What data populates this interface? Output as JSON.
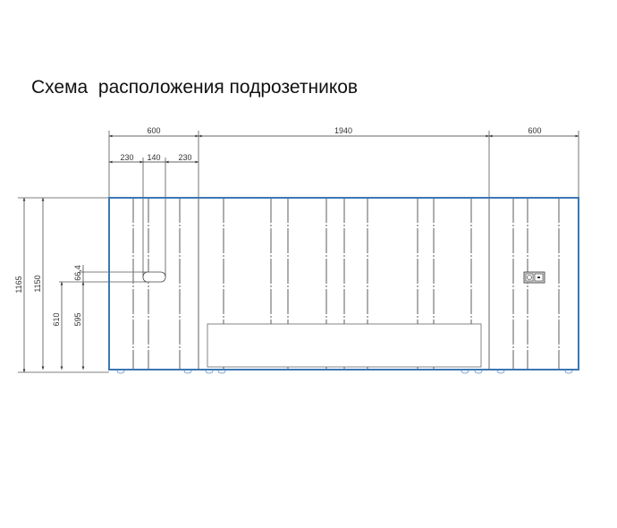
{
  "title": "Схема  расположения подрозетников",
  "dimensions": {
    "top_left": "600",
    "top_middle": "1940",
    "top_right": "600",
    "sub_left": "230",
    "sub_middle": "140",
    "sub_right": "230",
    "height_total": "1165",
    "height_body": "1150",
    "height_610": "610",
    "height_595": "595",
    "hole_height": "66,4"
  },
  "colors": {
    "outline": "#3a78b5",
    "lines": "#555555"
  }
}
